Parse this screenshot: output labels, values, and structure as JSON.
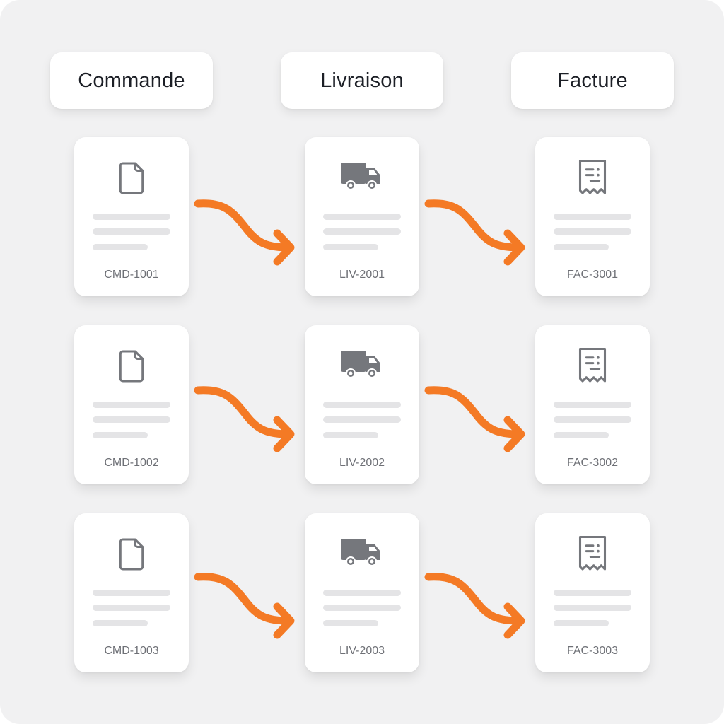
{
  "colors": {
    "background": "#f1f1f2",
    "card": "#ffffff",
    "accent_arrow": "#f47a25",
    "icon": "#75777c",
    "placeholder_bar": "#e4e4e6",
    "heading_text": "#1c1f26",
    "id_text": "#6e7076"
  },
  "columns": [
    {
      "label": "Commande",
      "icon": "document-icon"
    },
    {
      "label": "Livraison",
      "icon": "truck-icon"
    },
    {
      "label": "Facture",
      "icon": "receipt-icon"
    }
  ],
  "rows": [
    {
      "commande": "CMD-1001",
      "livraison": "LIV-2001",
      "facture": "FAC-3001"
    },
    {
      "commande": "CMD-1002",
      "livraison": "LIV-2002",
      "facture": "FAC-3002"
    },
    {
      "commande": "CMD-1003",
      "livraison": "LIV-2003",
      "facture": "FAC-3003"
    }
  ]
}
